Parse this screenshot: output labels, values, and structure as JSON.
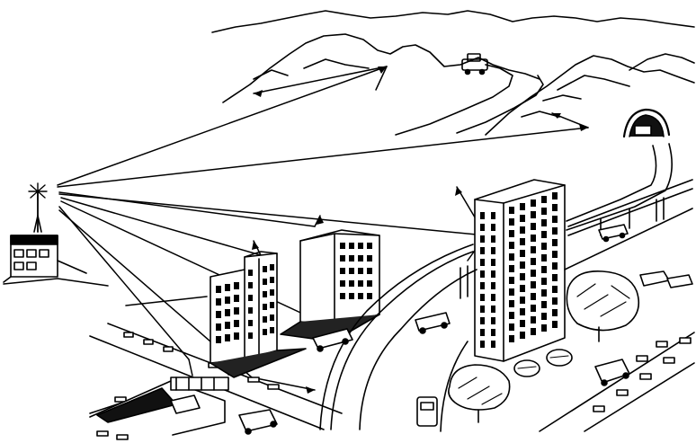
{
  "image": {
    "kind": "line-drawing",
    "palette": {
      "ink": "#000000",
      "paper": "#ffffff",
      "shade": "#1a1a1a"
    },
    "elements": [
      "transmitter-station",
      "mountains",
      "tunnel",
      "highway",
      "elevated-road",
      "office-buildings",
      "cars",
      "trees",
      "underpass",
      "radio-paths"
    ]
  }
}
